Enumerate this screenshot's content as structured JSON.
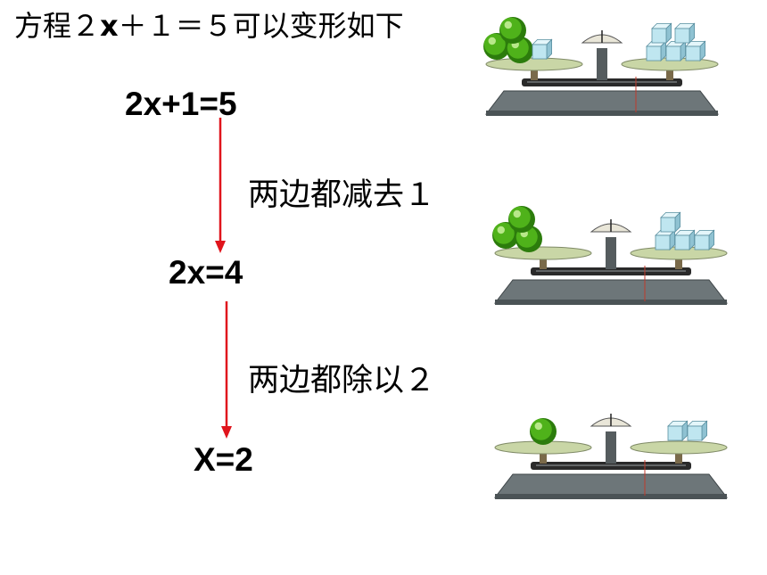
{
  "title": {
    "before": "方程２",
    "var": "x",
    "after": "＋１＝５可以变形如下"
  },
  "equations": [
    "2x+1=5",
    "2x=4",
    "X=2"
  ],
  "steps": [
    "两边都减去１",
    "两边都除以２"
  ],
  "scales": [
    {
      "left_balls": 3,
      "left_cubes": 1,
      "right_cubes": 5
    },
    {
      "left_balls": 3,
      "left_cubes": 0,
      "right_cubes": 4
    },
    {
      "left_balls": 1,
      "left_cubes": 0,
      "right_cubes": 2
    }
  ],
  "colors": {
    "arrow": "#e0141c",
    "ball": "#3a9a12",
    "cube": "#bfe6f0",
    "base": "#6d7679"
  }
}
